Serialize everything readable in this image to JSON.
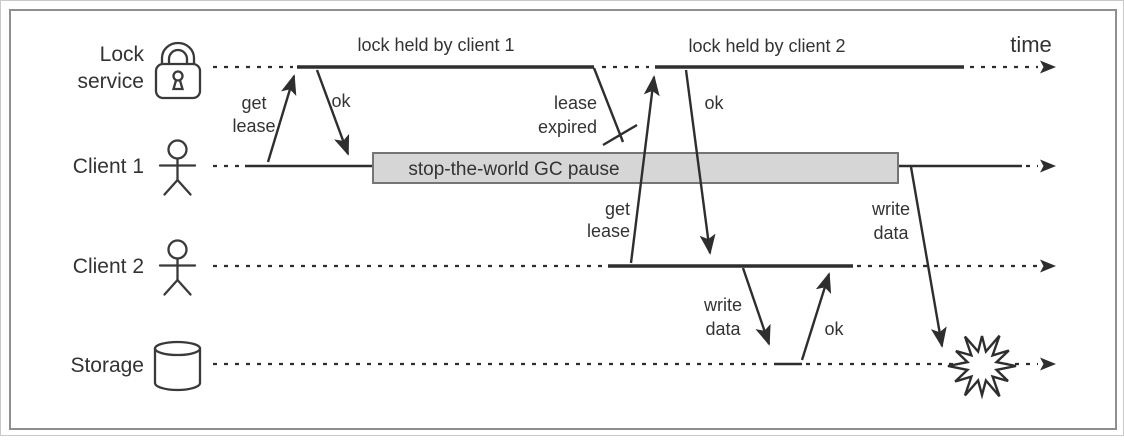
{
  "figure": {
    "type": "sequence-timing-diagram",
    "time_axis_label": "time"
  },
  "lanes": [
    {
      "id": "lock-service",
      "label_lines": [
        "Lock",
        "service"
      ],
      "icon": "padlock-icon"
    },
    {
      "id": "client-1",
      "label_lines": [
        "Client 1"
      ],
      "icon": "person-icon"
    },
    {
      "id": "client-2",
      "label_lines": [
        "Client 2"
      ],
      "icon": "person-icon"
    },
    {
      "id": "storage",
      "label_lines": [
        "Storage"
      ],
      "icon": "database-icon"
    }
  ],
  "annotations": {
    "lock_held_1": "lock held by client 1",
    "lock_held_2": "lock held by client 2",
    "gc_pause": "stop-the-world GC pause",
    "lease_expired": [
      "lease",
      "expired"
    ]
  },
  "messages": {
    "get_lease_1": [
      "get",
      "lease"
    ],
    "ok_1": "ok",
    "get_lease_2": [
      "get",
      "lease"
    ],
    "ok_2": "ok",
    "write_data_c2": [
      "write",
      "data"
    ],
    "ok_3": "ok",
    "write_data_c1": [
      "write",
      "data"
    ]
  },
  "colors": {
    "ink": "#2e2e2e",
    "text": "#333333",
    "gc_box_fill": "#d6d6d6",
    "gc_box_border": "#757575",
    "frame": "#8f8f8f"
  }
}
